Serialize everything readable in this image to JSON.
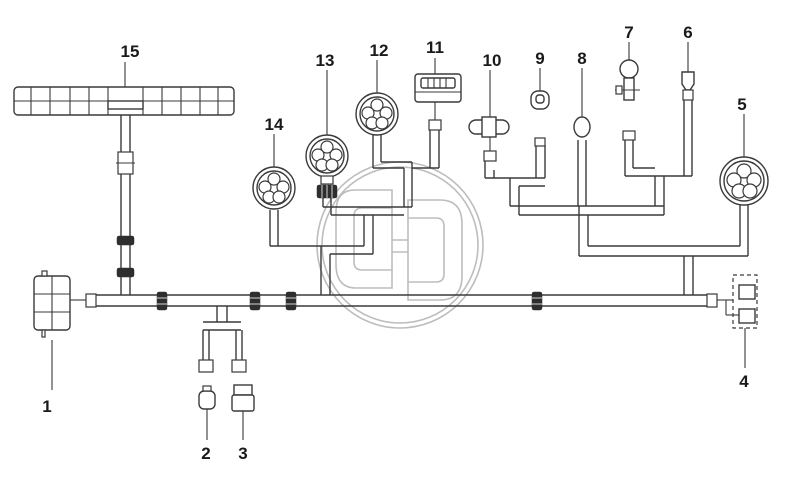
{
  "figure": {
    "callouts": [
      {
        "id": "1",
        "label": "1"
      },
      {
        "id": "2",
        "label": "2"
      },
      {
        "id": "3",
        "label": "3"
      },
      {
        "id": "4",
        "label": "4"
      },
      {
        "id": "5",
        "label": "5"
      },
      {
        "id": "6",
        "label": "6"
      },
      {
        "id": "7",
        "label": "7"
      },
      {
        "id": "8",
        "label": "8"
      },
      {
        "id": "9",
        "label": "9"
      },
      {
        "id": "10",
        "label": "10"
      },
      {
        "id": "11",
        "label": "11"
      },
      {
        "id": "12",
        "label": "12"
      },
      {
        "id": "13",
        "label": "13"
      },
      {
        "id": "14",
        "label": "14"
      },
      {
        "id": "15",
        "label": "15"
      }
    ],
    "colors": {
      "line": "#3a3a3a",
      "band": "#2e2e2e",
      "watermark": "#bdbdbd",
      "background": "#ffffff"
    }
  }
}
